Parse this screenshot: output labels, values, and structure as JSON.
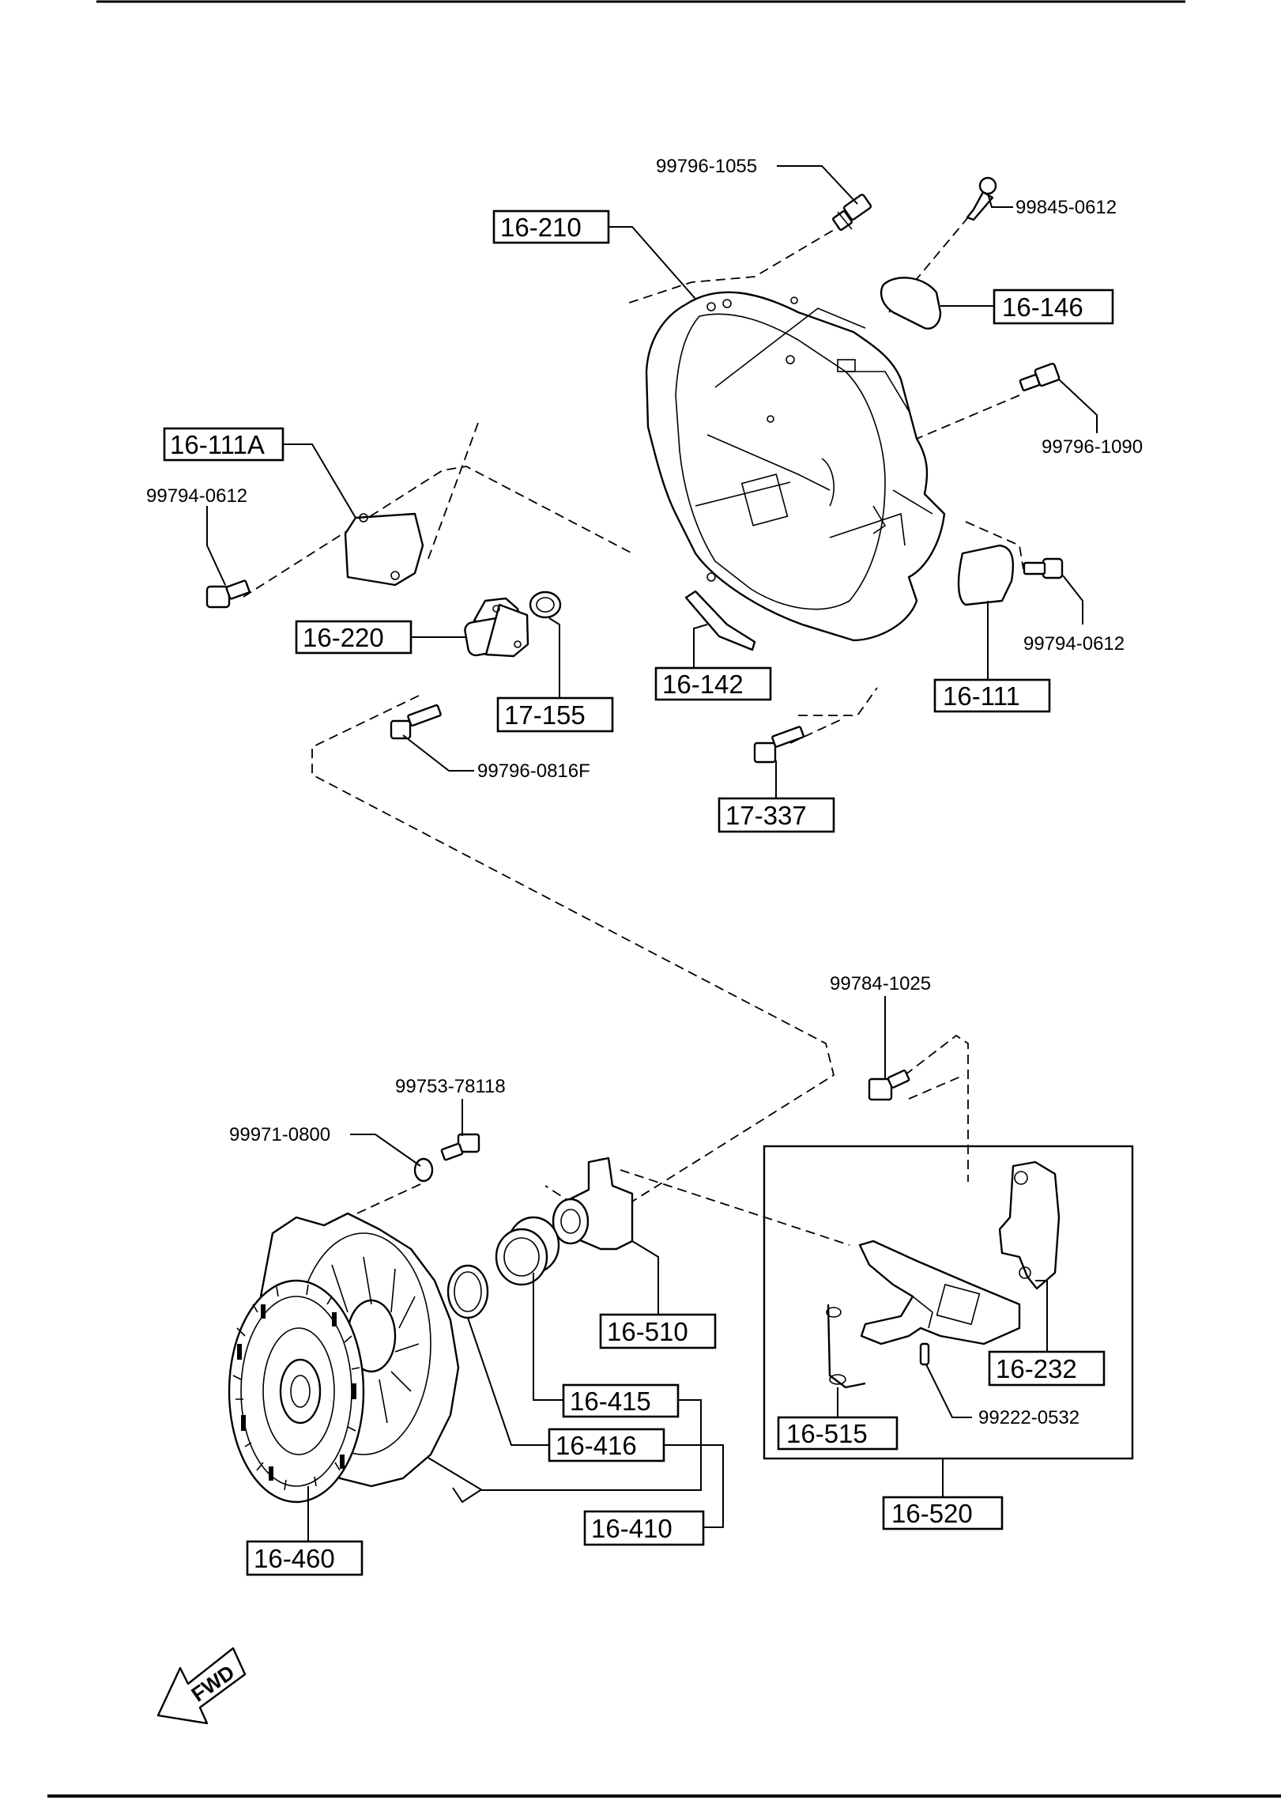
{
  "diagram": {
    "direction_label": "FWD",
    "callouts": {
      "c_16_210": "16-210",
      "c_16_146": "16-146",
      "c_16_111A": "16-111A",
      "c_16_220": "16-220",
      "c_17_155": "17-155",
      "c_16_142": "16-142",
      "c_16_111": "16-111",
      "c_17_337": "17-337",
      "c_16_510": "16-510",
      "c_16_232": "16-232",
      "c_16_415": "16-415",
      "c_16_416": "16-416",
      "c_16_410": "16-410",
      "c_16_515": "16-515",
      "c_16_460": "16-460",
      "c_16_520": "16-520",
      "p_99796_1055": "99796-1055",
      "p_99845_0612": "99845-0612",
      "p_99796_1090": "99796-1090",
      "p_99794_0612_left": "99794-0612",
      "p_99794_0612_right": "99794-0612",
      "p_99796_0816F": "99796-0816F",
      "p_99784_1025": "99784-1025",
      "p_99753_78118": "99753-78118",
      "p_99971_0800": "99971-0800",
      "p_99222_0532": "99222-0532"
    }
  }
}
